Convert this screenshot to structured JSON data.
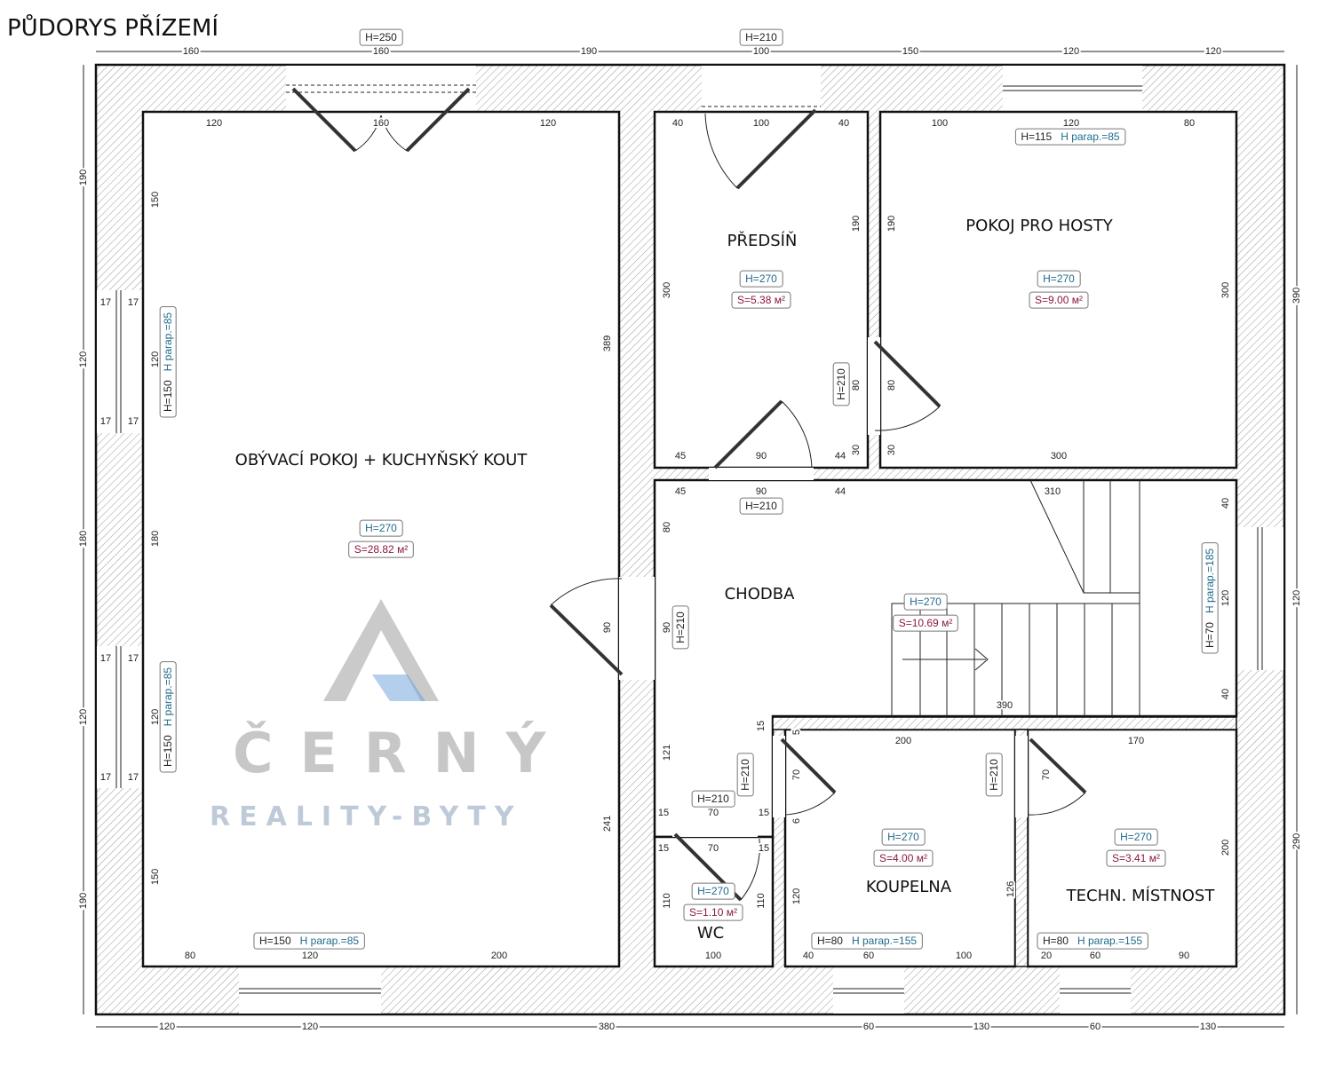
{
  "title": "PŮDORYS PŘÍZEMÍ",
  "colors": {
    "height_tag": "#1f6b8a",
    "area_tag": "#8b1a3a",
    "wall": "#111111"
  },
  "rooms": [
    {
      "name": "OBÝVACÍ POKOJ + KUCHYŇSKÝ KOUT",
      "height": "H=270",
      "area": "S=28.82 м²"
    },
    {
      "name": "PŘEDSÍŇ",
      "height": "H=270",
      "area": "S=5.38 м²"
    },
    {
      "name": "POKOJ PRO HOSTY",
      "height": "H=270",
      "area": "S=9.00 м²"
    },
    {
      "name": "CHODBA",
      "height": "H=270",
      "area": "S=10.69 м²"
    },
    {
      "name": "WC",
      "height": "H=270",
      "area": "S=1.10 м²"
    },
    {
      "name": "KOUPELNA",
      "height": "H=270",
      "area": "S=4.00 м²"
    },
    {
      "name": "TECHN. MÍSTNOST",
      "height": "H=270",
      "area": "S=3.41 м²"
    }
  ],
  "openings": [
    {
      "h": "H=250",
      "parap": ""
    },
    {
      "h": "H=210",
      "parap": ""
    },
    {
      "h": "H=115",
      "parap": "H parap.=85"
    },
    {
      "h": "H=150",
      "parap": "H parap.=85"
    },
    {
      "h": "H=150",
      "parap": "H parap.=85"
    },
    {
      "h": "H=150",
      "parap": "H parap.=85"
    },
    {
      "h": "H=210",
      "parap": ""
    },
    {
      "h": "H=210",
      "parap": ""
    },
    {
      "h": "H=210",
      "parap": ""
    },
    {
      "h": "H=70",
      "parap": "H parap.=185"
    },
    {
      "h": "H=210",
      "parap": ""
    },
    {
      "h": "H=210",
      "parap": ""
    },
    {
      "h": "H=210",
      "parap": ""
    },
    {
      "h": "H=80",
      "parap": "H parap.=155"
    },
    {
      "h": "H=80",
      "parap": "H parap.=155"
    }
  ],
  "dims": {
    "top_outer": [
      "160",
      "160",
      "190",
      "100",
      "150",
      "120",
      "120"
    ],
    "bottom_outer": [
      "120",
      "120",
      "380",
      "60",
      "130",
      "60",
      "130"
    ],
    "left_outer": [
      "190",
      "120",
      "180",
      "120",
      "190"
    ],
    "right_outer": [
      "390",
      "120",
      "290"
    ],
    "living": [
      "120",
      "160",
      "120",
      "150",
      "120",
      "180",
      "120",
      "150",
      "80",
      "120",
      "200",
      "389",
      "90",
      "241"
    ],
    "hall_entry": [
      "40",
      "100",
      "40",
      "300",
      "190",
      "80",
      "30",
      "45",
      "90",
      "44"
    ],
    "guest": [
      "100",
      "120",
      "80",
      "190",
      "300",
      "80",
      "30",
      "300"
    ],
    "corridor": [
      "45",
      "90",
      "44",
      "310",
      "80",
      "90",
      "121",
      "390",
      "40",
      "120",
      "40"
    ],
    "wc": [
      "70",
      "15",
      "15",
      "15",
      "70",
      "15",
      "110",
      "110",
      "100"
    ],
    "bath": [
      "200",
      "70",
      "6",
      "120",
      "126",
      "40",
      "60",
      "100",
      "15",
      "5"
    ],
    "tech": [
      "170",
      "70",
      "200",
      "20",
      "60",
      "90"
    ],
    "sill": [
      "17",
      "17",
      "17",
      "17",
      "17",
      "17",
      "17",
      "17"
    ]
  },
  "watermark": {
    "brand": "ČERNÝ",
    "sub": "REALITY-BYTY"
  }
}
